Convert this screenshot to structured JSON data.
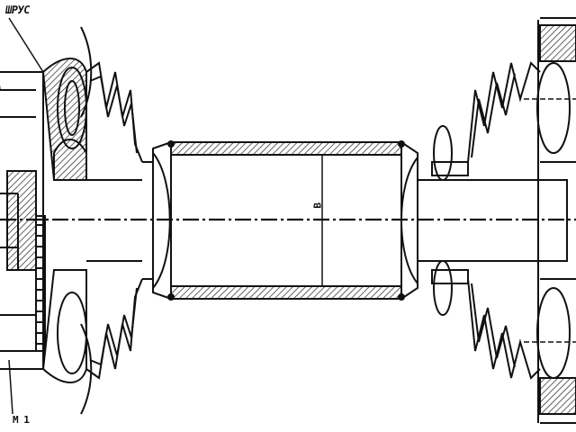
{
  "drawing": {
    "type": "cv-joint-drive-shaft-section",
    "line_color": "#111111",
    "hatch_color": "#222222",
    "background": "#ffffff"
  },
  "labels": {
    "top_left": "ШРУС",
    "bottom_left": "M 1",
    "center": "B"
  }
}
